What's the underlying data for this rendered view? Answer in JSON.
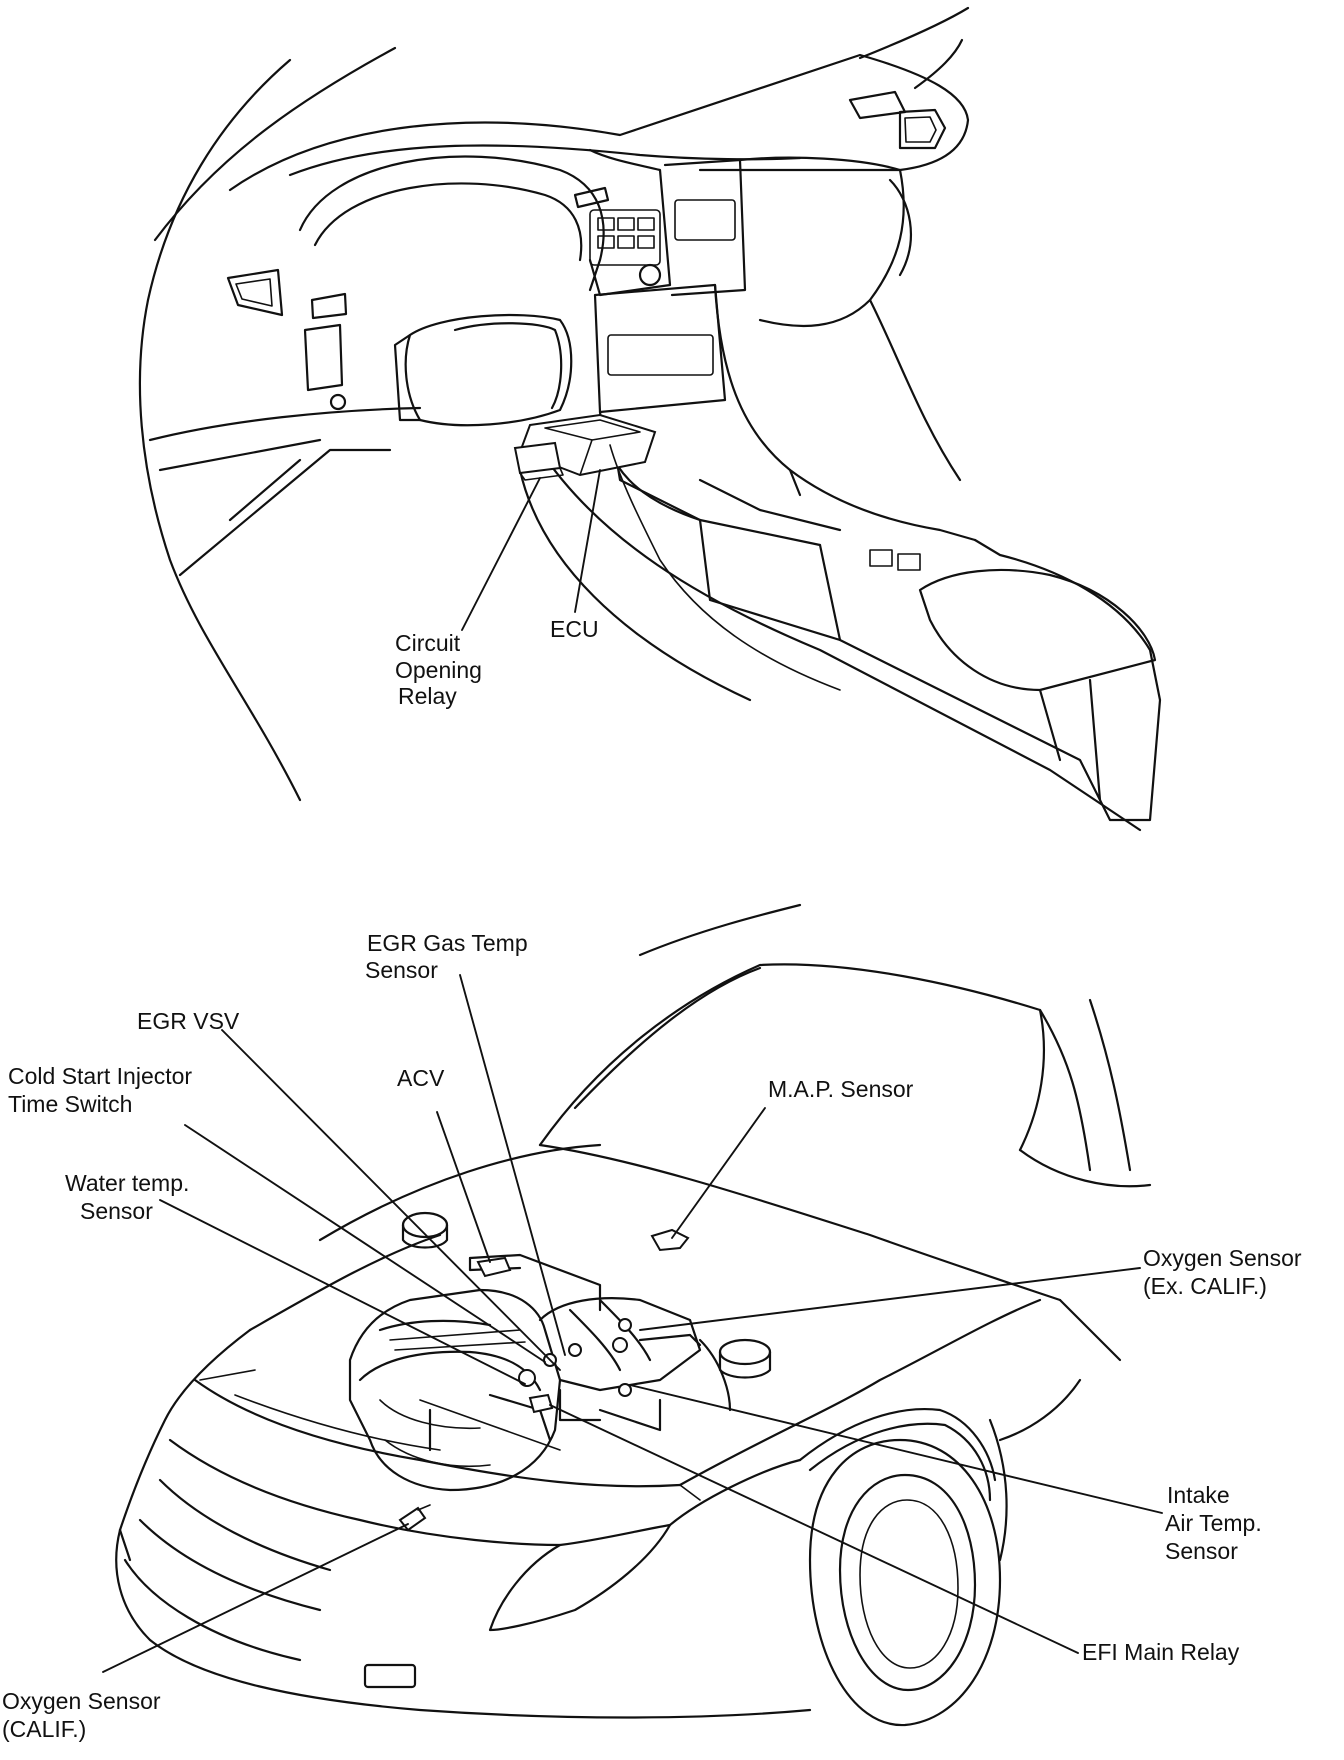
{
  "top_view": {
    "labels": {
      "circuit_opening_relay": [
        "Circuit",
        "Opening",
        "Relay"
      ],
      "ecu": "ECU"
    }
  },
  "bottom_view": {
    "labels": {
      "egr_gas_temp_sensor": [
        "EGR Gas Temp",
        "Sensor"
      ],
      "egr_vsv": "EGR VSV",
      "cold_start_injector_time_switch": [
        "Cold Start Injector",
        "Time Switch"
      ],
      "acv": "ACV",
      "map_sensor": "M.A.P. Sensor",
      "water_temp_sensor": [
        "Water temp.",
        "Sensor"
      ],
      "oxygen_sensor_ex_calif": [
        "Oxygen Sensor",
        "(Ex. CALIF.)"
      ],
      "intake_air_temp_sensor": [
        "Intake",
        "Air Temp.",
        "Sensor"
      ],
      "efi_main_relay": "EFI Main Relay",
      "oxygen_sensor_calif": [
        "Oxygen Sensor",
        "(CALIF.)"
      ]
    }
  }
}
